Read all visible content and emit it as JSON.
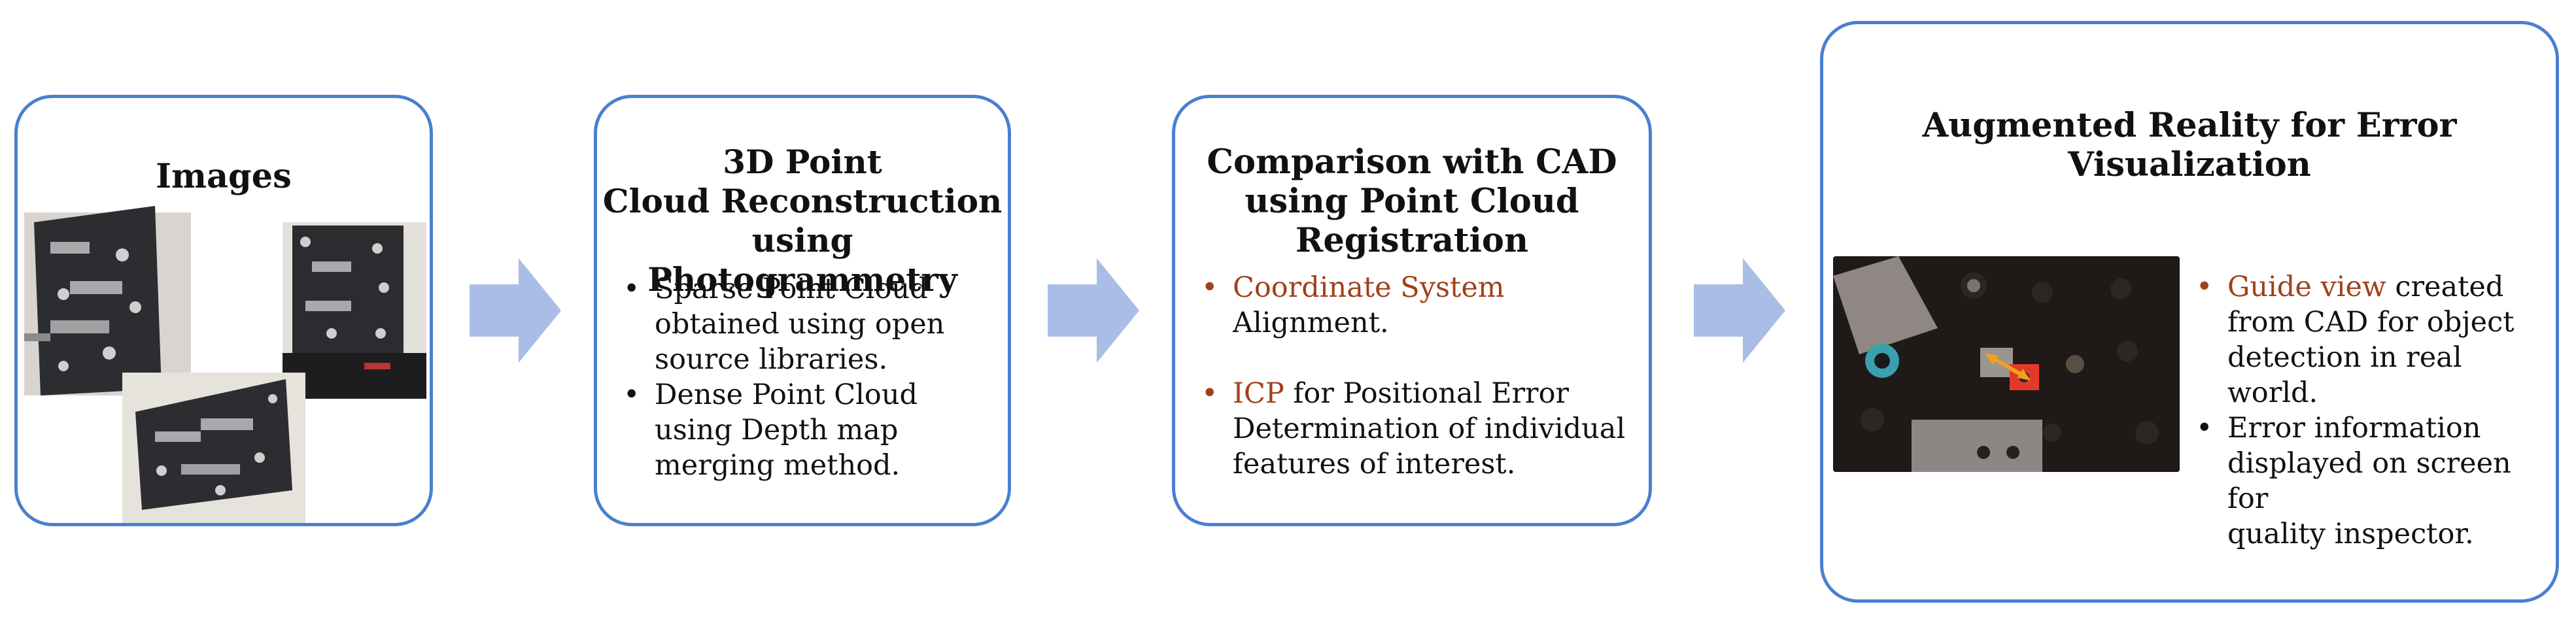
{
  "steps": {
    "images": {
      "title": "Images"
    },
    "reconstruction": {
      "title_lines": [
        "3D Point",
        "Cloud Reconstruction using",
        "Photogrammetry"
      ],
      "bullets": [
        [
          "Sparse Point Cloud",
          "obtained using open",
          "source libraries."
        ],
        [
          "Dense Point Cloud",
          "using Depth map",
          "merging method."
        ]
      ]
    },
    "comparison": {
      "title_lines": [
        "Comparison with CAD",
        "using Point Cloud",
        "Registration"
      ],
      "bullets": [
        {
          "highlight": "Coordinate System",
          "lines": [
            "Alignment."
          ]
        },
        {
          "highlight": "ICP",
          "rest": " for Positional Error",
          "lines": [
            "Determination of individual",
            "features of interest."
          ]
        }
      ]
    },
    "ar": {
      "title_lines": [
        "Augmented Reality for Error",
        "Visualization"
      ],
      "bullets": [
        {
          "highlight": "Guide view",
          "rest": " created",
          "lines": [
            "from CAD for object",
            "detection in real world."
          ]
        },
        {
          "lines_first": "Error information",
          "lines": [
            "displayed on screen for",
            "quality inspector."
          ]
        }
      ]
    }
  },
  "colors": {
    "box_border": "#4a7fd0",
    "arrow": "#a9bde6",
    "highlight": "#a0411a"
  },
  "icons": [
    "arrow-right-icon",
    "photo-image"
  ]
}
